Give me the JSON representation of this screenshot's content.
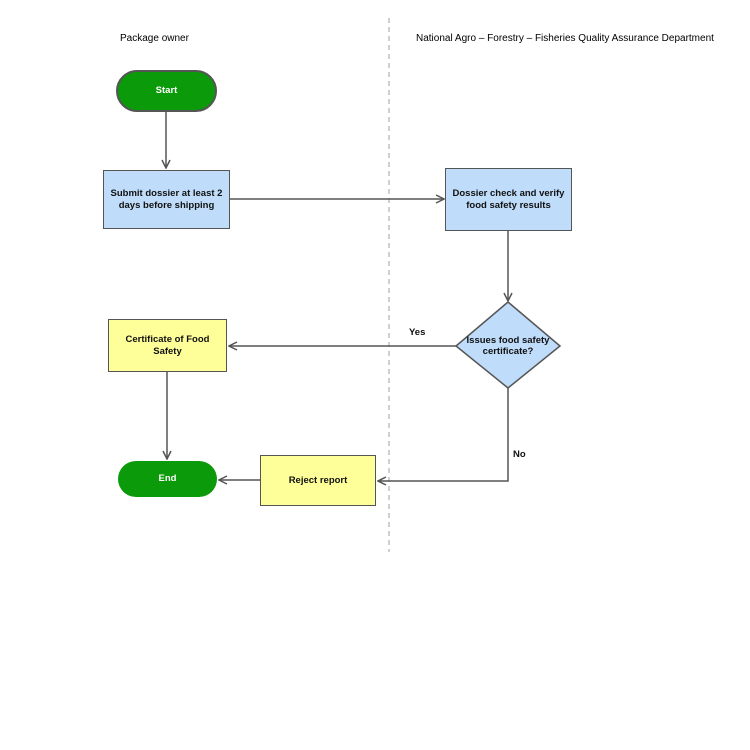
{
  "lanes": [
    {
      "title": "Package owner"
    },
    {
      "title": "National Agro – Forestry – Fisheries Quality Assurance Department"
    }
  ],
  "nodes": {
    "start": {
      "label": "Start",
      "shape": "terminal"
    },
    "submit": {
      "label": "Submit dossier at least 2 days before shipping",
      "shape": "process"
    },
    "check": {
      "label": "Dossier check and verify food safety results",
      "shape": "process"
    },
    "decision": {
      "label": "Issues food safety certificate?",
      "shape": "decision"
    },
    "certificate": {
      "label": "Certificate of Food Safety",
      "shape": "process"
    },
    "reject": {
      "label": "Reject report",
      "shape": "process"
    },
    "end": {
      "label": "End",
      "shape": "terminal"
    }
  },
  "edges": [
    {
      "from": "start",
      "to": "submit",
      "label": ""
    },
    {
      "from": "submit",
      "to": "check",
      "label": ""
    },
    {
      "from": "check",
      "to": "decision",
      "label": ""
    },
    {
      "from": "decision",
      "to": "certificate",
      "label": "Yes"
    },
    {
      "from": "decision",
      "to": "reject",
      "label": "No"
    },
    {
      "from": "certificate",
      "to": "end",
      "label": ""
    },
    {
      "from": "reject",
      "to": "end",
      "label": ""
    }
  ],
  "colors": {
    "terminal_fill": "#0a9a0a",
    "terminal_border": "#555555",
    "blue_fill": "#bfdcfa",
    "yellow_fill": "#ffff99",
    "stroke": "#555555",
    "lane_divider": "#c0c0c0"
  }
}
